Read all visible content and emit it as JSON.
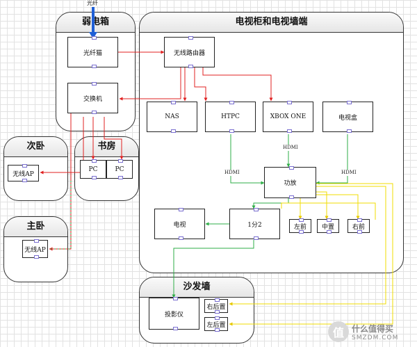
{
  "colors": {
    "red": "#e02020",
    "green": "#2eae47",
    "yellow": "#f0dc00",
    "blue": "#1f5fd6"
  },
  "input_label": "光纤",
  "zones": {
    "weak_box": "弱电箱",
    "tv_wall": "电视柜和电视墙端",
    "second_bedroom": "次卧",
    "study": "书房",
    "master_bedroom": "主卧",
    "sofa_wall": "沙发墙"
  },
  "nodes": {
    "fiber_modem": "光纤猫",
    "switch": "交换机",
    "router": "无线路由器",
    "nas": "NAS",
    "htpc": "HTPC",
    "xbox": "XBOX ONE",
    "tv_box": "电视盒",
    "amplifier": "功放",
    "tv": "电视",
    "splitter": "1分2",
    "front_left": "左前",
    "center": "中置",
    "front_right": "右前",
    "projector": "投影仪",
    "rear_right": "右后置",
    "rear_left": "左后置",
    "ap_second": "无线AP",
    "pc1": "PC",
    "pc2": "PC",
    "ap_master": "无线AP"
  },
  "edge_labels": {
    "htpc_hdmi": "HDMI",
    "xbox_hdmi": "HDMI",
    "tvbox_hdmi": "HDMI"
  },
  "watermark": {
    "badge": "值",
    "title": "什么值得买",
    "domain": "SMZDM.COM"
  }
}
